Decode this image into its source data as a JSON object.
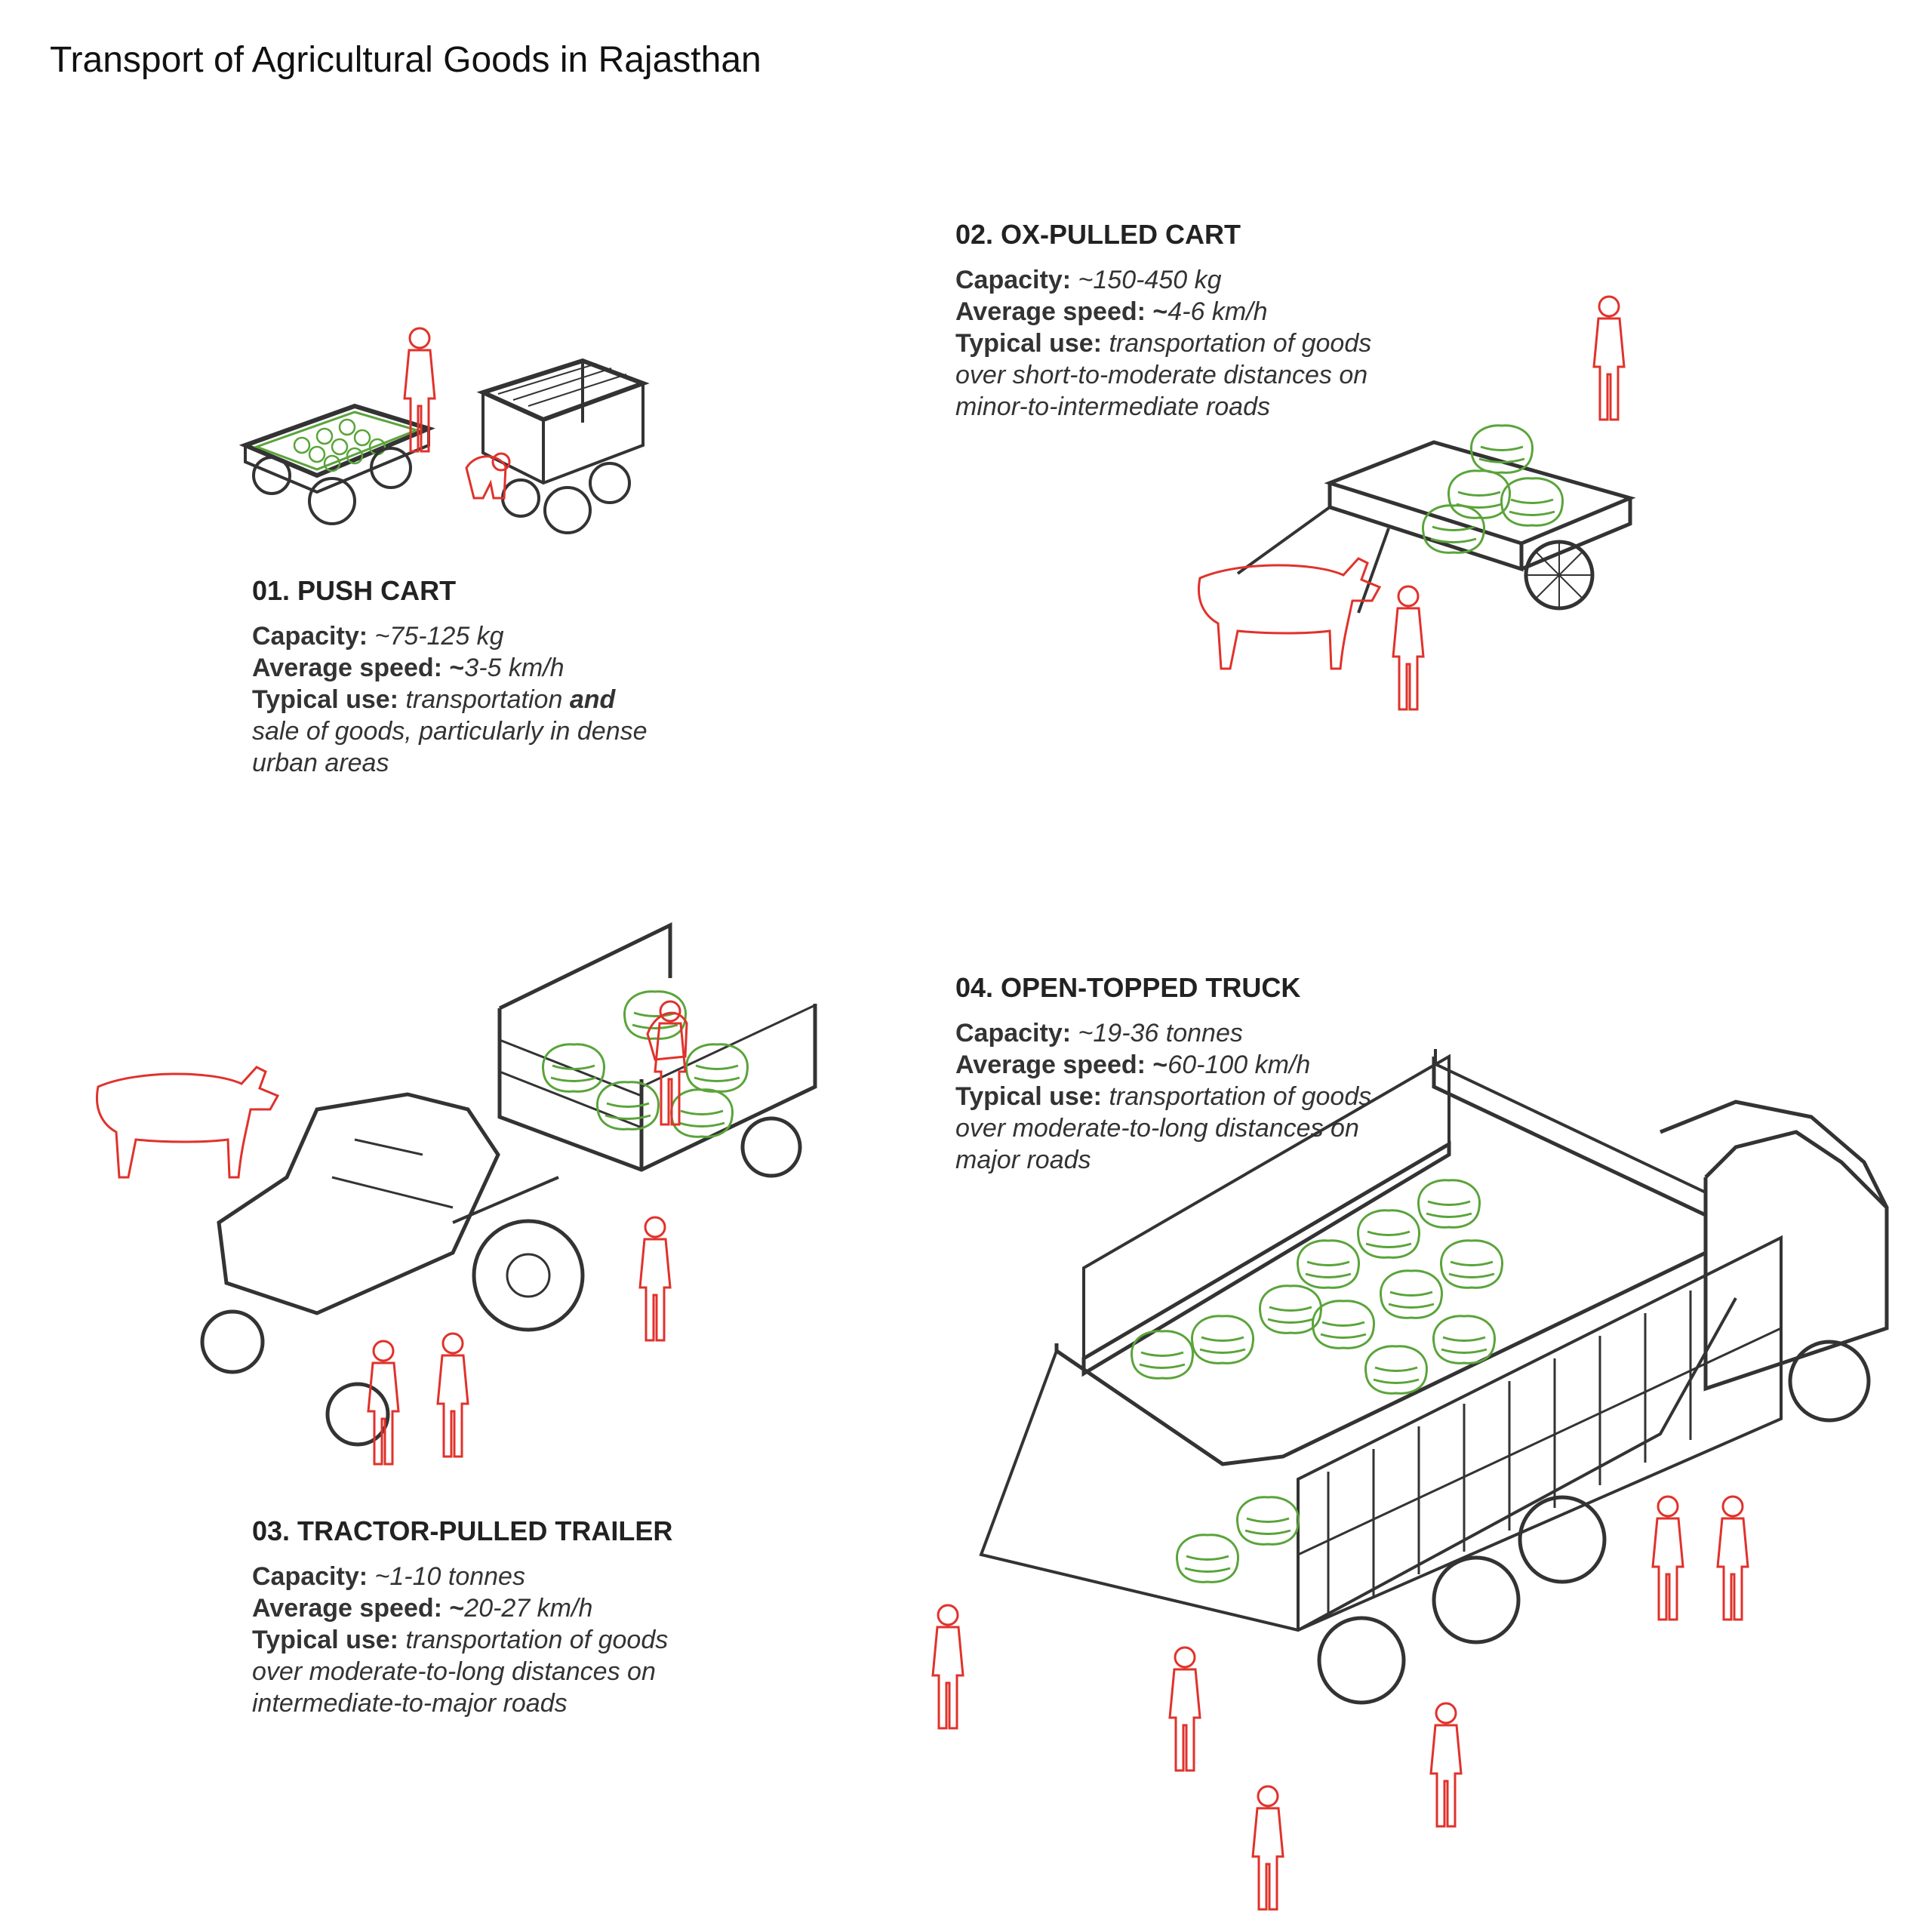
{
  "title": "Transport of Agricultural Goods in Rajasthan",
  "colors": {
    "goods": "#5aa43a",
    "people": "#e0322b",
    "vehicle": "#333333",
    "text": "#333333"
  },
  "blocks": [
    {
      "heading": "01. PUSH CART",
      "capacity_label": "Capacity:",
      "capacity": "~75-125 kg",
      "speed_label": "Average speed:",
      "speed_tilde": "~",
      "speed": "3-5 km/h",
      "use_label": "Typical use:",
      "use_1a": "transportation ",
      "use_1b": "and",
      "use_2": "sale of goods, particularly in dense",
      "use_3": "urban areas"
    },
    {
      "heading": "02. OX-PULLED CART",
      "capacity_label": "Capacity:",
      "capacity": "~150-450 kg",
      "speed_label": "Average speed:",
      "speed_tilde": "~",
      "speed": "4-6 km/h",
      "use_label": "Typical use:",
      "use_1": "transportation of goods",
      "use_2": "over short-to-moderate distances on",
      "use_3": "minor-to-intermediate roads"
    },
    {
      "heading": "03. TRACTOR-PULLED TRAILER",
      "capacity_label": "Capacity:",
      "capacity": "~1-10 tonnes",
      "speed_label": "Average speed:",
      "speed_tilde": "~",
      "speed": "20-27 km/h",
      "use_label": "Typical use:",
      "use_1": "transportation of goods",
      "use_2": "over moderate-to-long distances on",
      "use_3": "intermediate-to-major roads"
    },
    {
      "heading": "04. OPEN-TOPPED TRUCK",
      "capacity_label": "Capacity:",
      "capacity": "~19-36 tonnes",
      "speed_label": "Average speed:",
      "speed_tilde": "~",
      "speed": "60-100 km/h",
      "use_label": "Typical use:",
      "use_1": "transportation of goods",
      "use_2": "over moderate-to-long distances on",
      "use_3": "major roads"
    }
  ]
}
